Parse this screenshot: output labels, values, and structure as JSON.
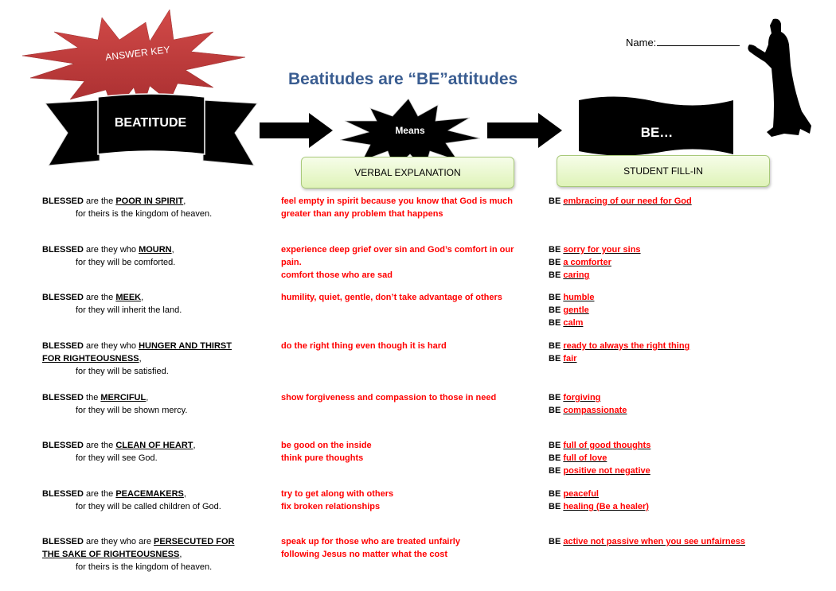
{
  "header": {
    "answer_key_label": "ANSWER KEY",
    "title": "Beatitudes are “BE”attitudes",
    "beatitude_label": "BEATITUDE",
    "means_label": "Means",
    "be_label": "BE…",
    "verbal_explanation_label": "VERBAL EXPLANATION",
    "student_fill_in_label": "STUDENT FILL-IN",
    "name_label": "Name:",
    "colors": {
      "title": "#3a5d91",
      "answer_star": "#c0393b",
      "answers": "#ff0000",
      "green_box": "#dff3b8"
    }
  },
  "rows": [
    {
      "blessed": "BLESSED",
      "pre": " are the ",
      "key": "POOR IN SPIRIT",
      "key_line2": "",
      "post": ",",
      "promise": "for theirs is the kingdom of heaven.",
      "explanation": [
        "feel empty in spirit because you know that God is much greater than any problem that happens"
      ],
      "fill_ins": [
        "embracing of our need for God"
      ]
    },
    {
      "blessed": "BLESSED",
      "pre": " are they who ",
      "key": "MOURN",
      "key_line2": "",
      "post": ",",
      "promise": "for they will be comforted.",
      "explanation": [
        "experience deep grief over sin and God’s comfort in our pain.",
        "comfort those who are sad"
      ],
      "fill_ins": [
        "sorry for your sins",
        "a comforter",
        "caring"
      ]
    },
    {
      "blessed": "BLESSED",
      "pre": " are the ",
      "key": "MEEK",
      "key_line2": "",
      "post": ",",
      "promise": "for they will inherit the land.",
      "explanation": [
        "humility, quiet, gentle, don’t take advantage of others"
      ],
      "fill_ins": [
        "humble",
        "gentle",
        "calm"
      ]
    },
    {
      "blessed": "BLESSED",
      "pre": " are they who ",
      "key": "HUNGER AND THIRST",
      "key_line2": "FOR  RIGHTEOUSNESS",
      "post": ",",
      "promise": "for they will be satisfied.",
      "explanation": [
        "do the right thing even though it is hard"
      ],
      "fill_ins": [
        "ready to always the right thing",
        "fair"
      ]
    },
    {
      "blessed": "BLESSED",
      "pre": " the ",
      "key": "MERCIFUL",
      "key_line2": "",
      "post": ",",
      "promise": "for they will be shown mercy.",
      "explanation": [
        "show forgiveness and compassion to those in need"
      ],
      "fill_ins": [
        "forgiving",
        "compassionate"
      ]
    },
    {
      "blessed": "BLESSED",
      "pre": " are the ",
      "key": "CLEAN OF HEART",
      "key_line2": "",
      "post": ",",
      "promise": "for they will see God.",
      "explanation": [
        "be good on the inside",
        "think pure thoughts"
      ],
      "fill_ins": [
        "full of good thoughts",
        "full of love",
        "positive not negative"
      ]
    },
    {
      "blessed": "BLESSED",
      "pre": " are the ",
      "key": "PEACEMAKERS",
      "key_line2": "",
      "post": ",",
      "promise": "for they will be called children of God.",
      "explanation": [
        "try to get along with others",
        "fix broken relationships"
      ],
      "fill_ins": [
        "peaceful",
        "healing (Be a healer)"
      ]
    },
    {
      "blessed": "BLESSED",
      "pre": " are they who are ",
      "key": "PERSECUTED FOR",
      "key_line2": "THE SAKE OF RIGHTEOUSNESS",
      "post": ",",
      "promise": "for theirs is the kingdom of heaven.",
      "explanation": [
        "speak up for those who are treated unfairly",
        "following Jesus no matter what the cost"
      ],
      "fill_ins": [
        "active not passive when you see unfairness"
      ]
    }
  ],
  "be_prefix": "BE"
}
